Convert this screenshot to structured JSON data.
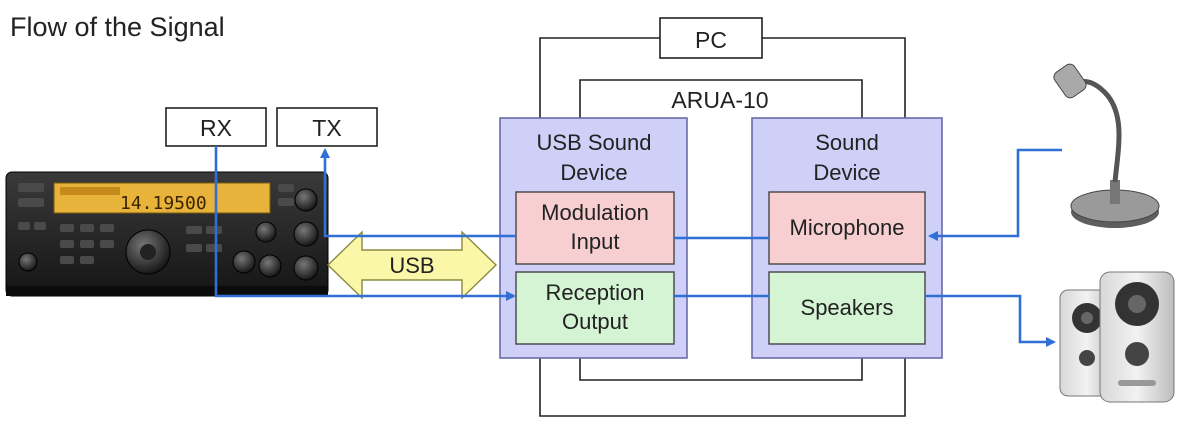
{
  "title": "Flow of the Signal",
  "labels": {
    "pc": "PC",
    "arua": "ARUA-10",
    "rx": "RX",
    "tx": "TX",
    "usb": "USB",
    "usb_sound_line1": "USB Sound",
    "usb_sound_line2": "Device",
    "sound_line1": "Sound",
    "sound_line2": "Device",
    "modulation_line1": "Modulation",
    "modulation_line2": "Input",
    "reception_line1": "Reception",
    "reception_line2": "Output",
    "microphone": "Microphone",
    "speakers": "Speakers"
  },
  "colors": {
    "signal_line": "#2f6fd6",
    "device_box": "#cfd0f7",
    "device_border": "#6a6aa8",
    "input_box": "#f8cfd0",
    "output_box": "#d4f4d4",
    "usb_arrow": "#fbf7a8",
    "usb_arrow_border": "#8a8a40",
    "frame_line": "#222222"
  },
  "icons": {
    "radio": "transceiver-radio-icon",
    "microphone": "desk-microphone-icon",
    "speakers": "pc-speakers-icon"
  }
}
